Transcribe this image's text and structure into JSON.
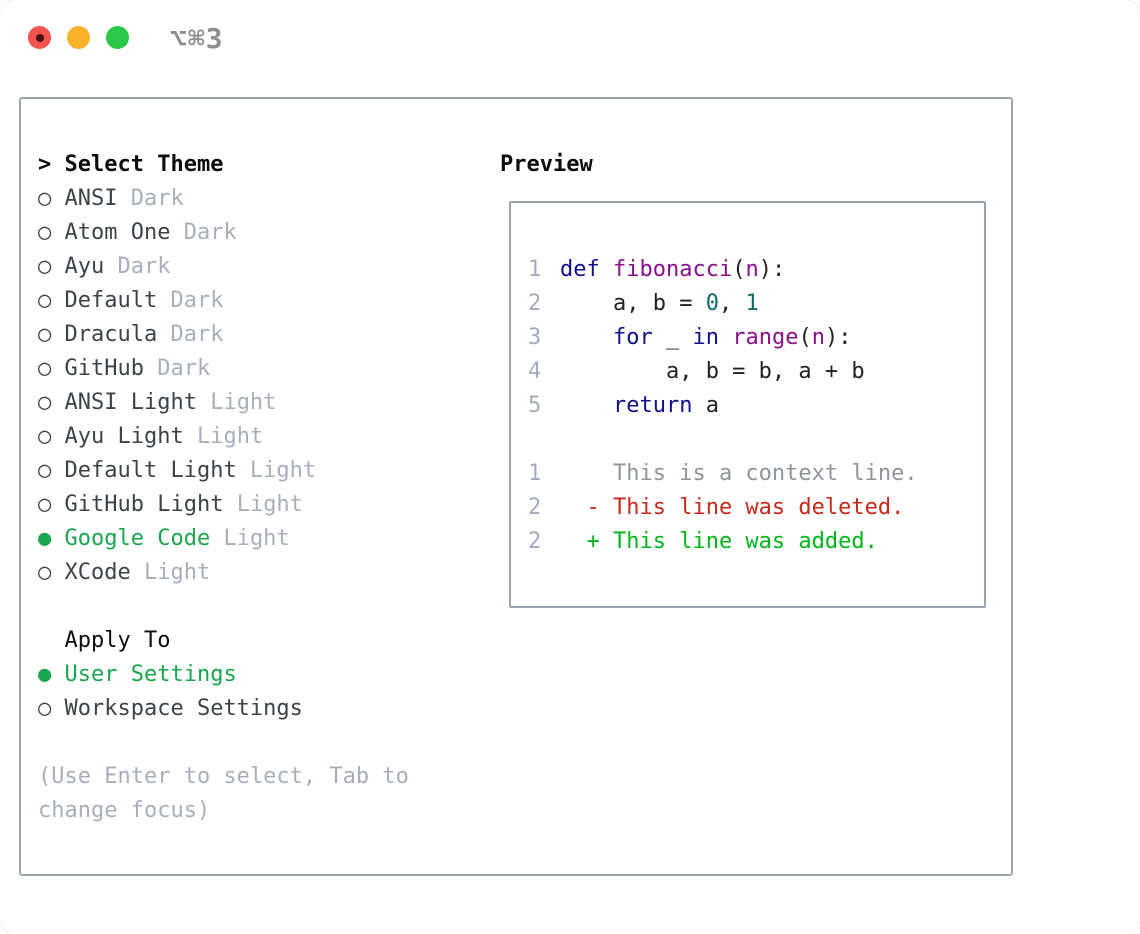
{
  "window": {
    "title": "⌥⌘3",
    "traffic_lights": [
      "close",
      "minimize",
      "zoom"
    ]
  },
  "markers": {
    "prompt": "> ",
    "unselected": "○ ",
    "selected": "● ",
    "none": "  "
  },
  "theme_selector": {
    "header": "Select Theme",
    "items": [
      {
        "name": "ANSI",
        "tag": "Dark",
        "selected": false
      },
      {
        "name": "Atom One",
        "tag": "Dark",
        "selected": false
      },
      {
        "name": "Ayu",
        "tag": "Dark",
        "selected": false
      },
      {
        "name": "Default",
        "tag": "Dark",
        "selected": false
      },
      {
        "name": "Dracula",
        "tag": "Dark",
        "selected": false
      },
      {
        "name": "GitHub",
        "tag": "Dark",
        "selected": false
      },
      {
        "name": "ANSI Light",
        "tag": "Light",
        "selected": false
      },
      {
        "name": "Ayu Light",
        "tag": "Light",
        "selected": false
      },
      {
        "name": "Default Light",
        "tag": "Light",
        "selected": false
      },
      {
        "name": "GitHub Light",
        "tag": "Light",
        "selected": false
      },
      {
        "name": "Google Code",
        "tag": "Light",
        "selected": true
      },
      {
        "name": "XCode",
        "tag": "Light",
        "selected": false
      }
    ]
  },
  "preview": {
    "header": "Preview",
    "code_lines": [
      {
        "num": "1",
        "tokens": [
          {
            "c": "kw",
            "t": "def"
          },
          {
            "c": "pl",
            "t": " "
          },
          {
            "c": "fn",
            "t": "fibonacci"
          },
          {
            "c": "pl",
            "t": "("
          },
          {
            "c": "fn",
            "t": "n"
          },
          {
            "c": "pl",
            "t": "):"
          }
        ]
      },
      {
        "num": "2",
        "tokens": [
          {
            "c": "pl",
            "t": "    a, b = "
          },
          {
            "c": "lit",
            "t": "0"
          },
          {
            "c": "pl",
            "t": ", "
          },
          {
            "c": "lit",
            "t": "1"
          }
        ]
      },
      {
        "num": "3",
        "tokens": [
          {
            "c": "pl",
            "t": "    "
          },
          {
            "c": "kw",
            "t": "for"
          },
          {
            "c": "pl",
            "t": " _ "
          },
          {
            "c": "kw",
            "t": "in"
          },
          {
            "c": "pl",
            "t": " "
          },
          {
            "c": "fn",
            "t": "range"
          },
          {
            "c": "pl",
            "t": "("
          },
          {
            "c": "fn",
            "t": "n"
          },
          {
            "c": "pl",
            "t": "):"
          }
        ]
      },
      {
        "num": "4",
        "tokens": [
          {
            "c": "pl",
            "t": "        a, b = b, a + b"
          }
        ]
      },
      {
        "num": "5",
        "tokens": [
          {
            "c": "pl",
            "t": "    "
          },
          {
            "c": "kw",
            "t": "return"
          },
          {
            "c": "pl",
            "t": " a"
          }
        ]
      }
    ],
    "diff_lines": [
      {
        "num": "1",
        "type": "context",
        "text": "    This is a context line."
      },
      {
        "num": "2",
        "type": "deleted",
        "text": "  - This line was deleted."
      },
      {
        "num": "2",
        "type": "added",
        "text": "  + This line was added."
      }
    ]
  },
  "apply_to": {
    "header": "Apply To",
    "items": [
      {
        "label": "User Settings",
        "selected": true
      },
      {
        "label": "Workspace Settings",
        "selected": false
      }
    ]
  },
  "help": {
    "line1": "(Use Enter to select, Tab to",
    "line2": "change focus)"
  },
  "colors": {
    "light-red": "#f4534e",
    "light-red-dot": "#4a100d",
    "light-yellow": "#f8b32b",
    "light-green": "#2bc847",
    "title": "#8e8e8e",
    "border": "#9aa3ae",
    "black": "#0d0d0d",
    "name": "#3d434b",
    "tag": "#a7afbc",
    "green": "#1aa64d",
    "help": "#a7afbc",
    "gutter": "#a2abbf",
    "code": "#222222",
    "kw": "#10108e",
    "fn": "#8a0f8a",
    "lit": "#0e6b6b",
    "context": "#8e959d",
    "del": "#c52a1a",
    "add": "#00b61b"
  }
}
